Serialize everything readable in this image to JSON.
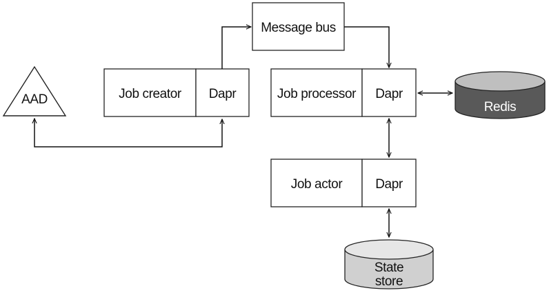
{
  "nodes": {
    "aad": {
      "label": "AAD"
    },
    "message_bus": {
      "label": "Message bus"
    },
    "job_creator": {
      "label": "Job creator",
      "sidecar": "Dapr"
    },
    "job_processor": {
      "label": "Job processor",
      "sidecar": "Dapr"
    },
    "job_actor": {
      "label": "Job actor",
      "sidecar": "Dapr"
    },
    "redis": {
      "label": "Redis"
    },
    "state_store": {
      "label_line1": "State",
      "label_line2": "store"
    }
  },
  "colors": {
    "redis_fill": "#595959",
    "redis_top": "#bfbfbf",
    "state_store_fill": "#d0d0d0",
    "state_store_top": "#e6e6e6",
    "stroke": "#222222"
  }
}
